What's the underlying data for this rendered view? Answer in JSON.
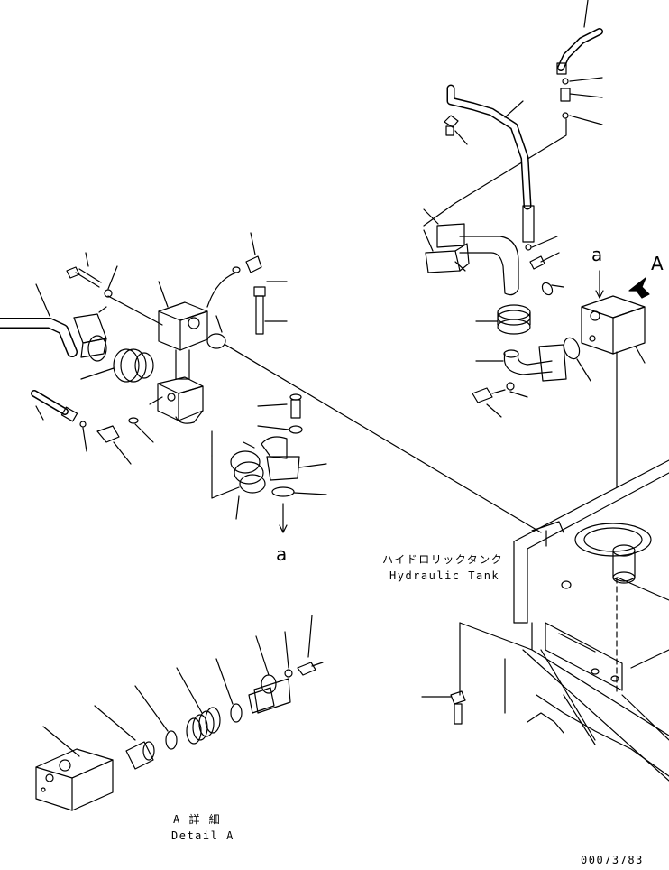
{
  "labels": {
    "callout_a_top": "a",
    "callout_a_mid": "a",
    "view_a": "A",
    "tank_jp": "ハイドロリックタンク",
    "tank_en": "Hydraulic Tank",
    "detail_jp": "A 詳 細",
    "detail_en": "Detail A",
    "drawing_no": "00073783"
  },
  "colors": {
    "line": "#000000",
    "background": "#ffffff"
  }
}
